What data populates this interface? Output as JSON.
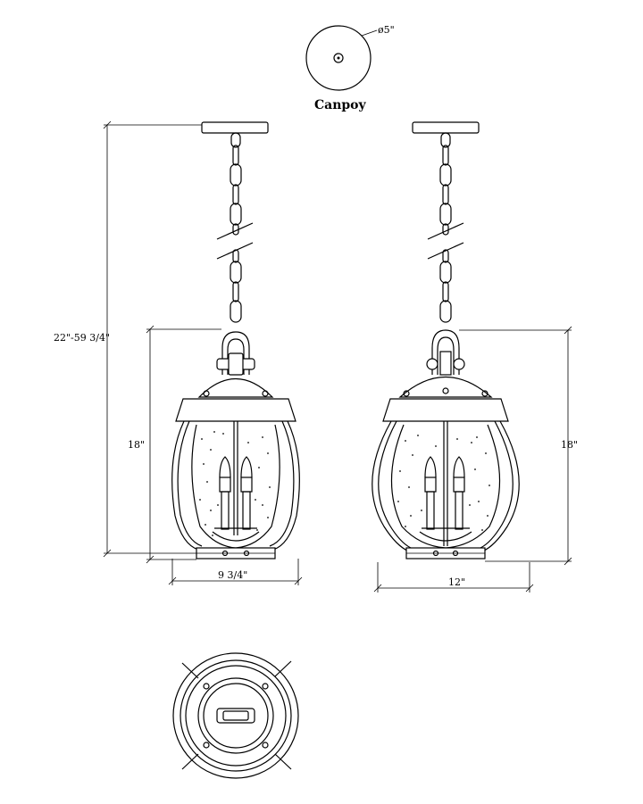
{
  "labels": {
    "canopy_title": "Canpoy",
    "canopy_diameter": "ø5\"",
    "overall_height": "22\"-59 3/4\"",
    "fixture_height_left": "18\"",
    "fixture_height_right": "18\"",
    "width_side": "9 3/4\"",
    "width_front": "12\""
  }
}
